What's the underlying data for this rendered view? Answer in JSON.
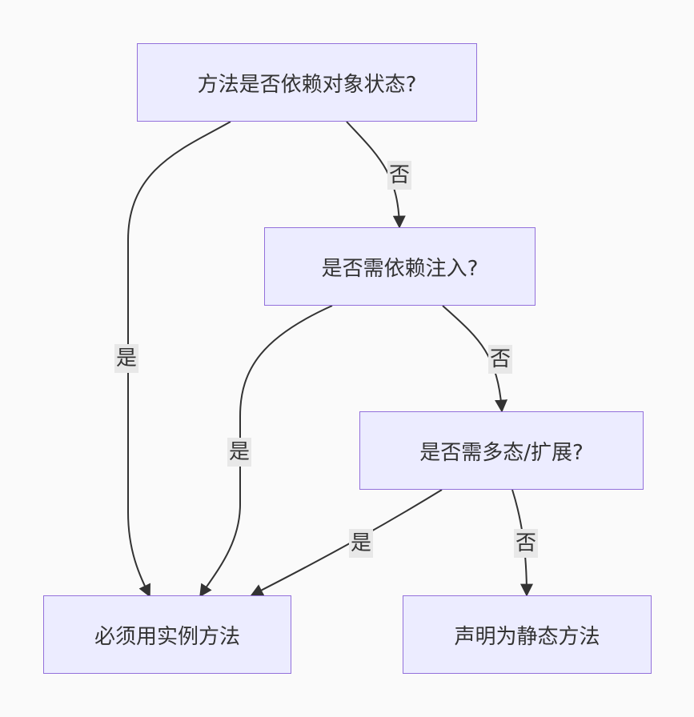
{
  "colors": {
    "background": "#fafafa",
    "node_fill": "#ececff",
    "node_border": "#9370db",
    "edge": "#333333",
    "label_bg": "#e8e8e8",
    "text": "#333333"
  },
  "nodes": {
    "depends_on_state": "方法是否依赖对象状态?",
    "needs_injection": "是否需依赖注入?",
    "needs_polymorphism": "是否需多态/扩展?",
    "must_instance": "必须用实例方法",
    "declare_static": "声明为静态方法"
  },
  "edges": {
    "state_no": "否",
    "state_yes": "是",
    "injection_yes": "是",
    "injection_no": "否",
    "poly_yes": "是",
    "poly_no": "否"
  }
}
